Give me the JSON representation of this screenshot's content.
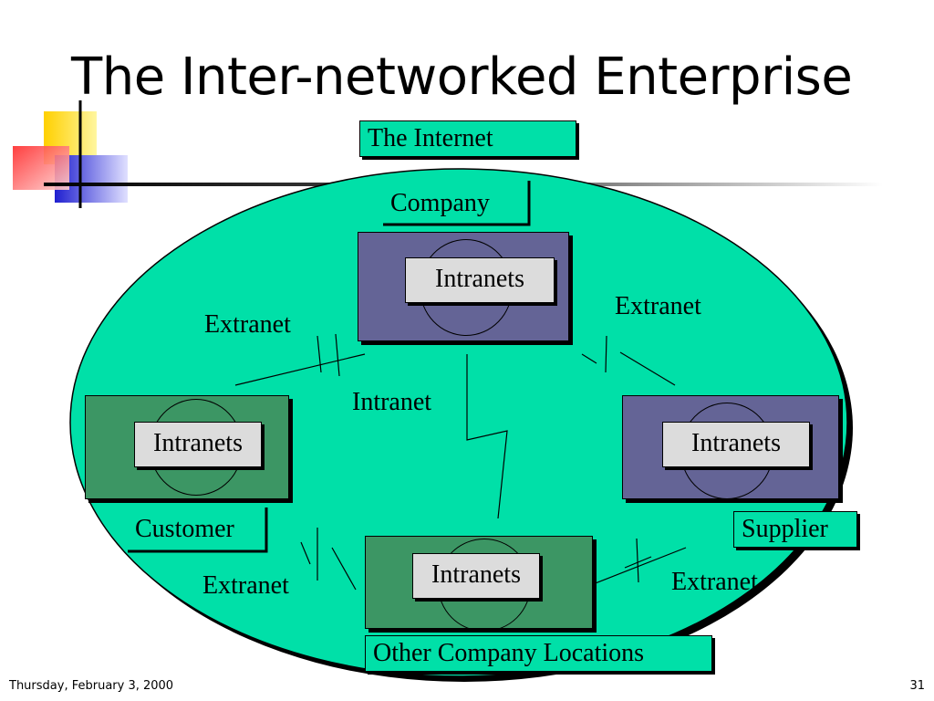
{
  "slide": {
    "title": "The Inter-networked Enterprise",
    "footer_date": "Thursday, February 3, 2000",
    "page_number": "31"
  },
  "diagram": {
    "internet_label": "The Internet",
    "company_label": "Company",
    "customer_label": "Customer",
    "supplier_label": "Supplier",
    "other_locations_label": "Other Company Locations",
    "intranet_center_label": "Intranet",
    "extranet_labels": [
      "Extranet",
      "Extranet",
      "Extranet",
      "Extranet"
    ],
    "intranets_labels": [
      "Intranets",
      "Intranets",
      "Intranets",
      "Intranets"
    ]
  },
  "colors": {
    "internet_oval": "#00e0a8",
    "company_box": "#646496",
    "location_box": "#3c9664",
    "intranets_badge": "#dcdcdc"
  }
}
